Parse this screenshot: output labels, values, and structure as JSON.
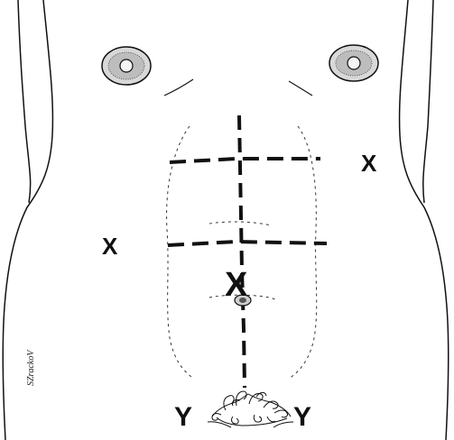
{
  "figure": {
    "colors": {
      "ink": "#111111",
      "paper": "#ffffff"
    },
    "markers": [
      {
        "id": "upper-right-x",
        "label": "X"
      },
      {
        "id": "left-x",
        "label": "X"
      },
      {
        "id": "umbilical-x",
        "label": "X"
      },
      {
        "id": "left-y",
        "label": "Y"
      },
      {
        "id": "right-y",
        "label": "Y"
      }
    ],
    "signature": "SZrackoV"
  }
}
